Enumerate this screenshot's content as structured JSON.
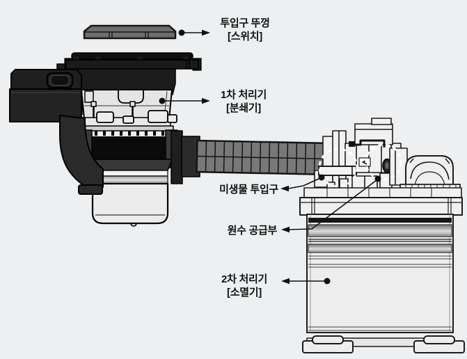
{
  "diagram": {
    "description": "exploded-parts-diagram-food-waste-disposer",
    "labels": [
      {
        "id": "inlet-lid",
        "lines": [
          "투입구 뚜껑",
          "[스위치]"
        ]
      },
      {
        "id": "primary-processor",
        "lines": [
          "1차 처리기",
          "[분쇄기]"
        ]
      },
      {
        "id": "microbe-inlet",
        "lines": [
          "미생물 투입구",
          ""
        ]
      },
      {
        "id": "raw-water-supply",
        "lines": [
          "원수 공급부",
          ""
        ]
      },
      {
        "id": "secondary-processor",
        "lines": [
          "2차 처리기",
          "[소멸기]"
        ]
      }
    ],
    "colors": {
      "background": "#edeff1",
      "text": "#111111",
      "leader": "#111111",
      "dark_body": "#232323",
      "lid_gray": "#6e6e6e",
      "hose_gray": "#787878",
      "light_part": "#ededed",
      "metal_band_light": "#d9d9d9",
      "metal_band_dark": "#8c8c8c",
      "highlight_circle": "#ffffff"
    }
  }
}
